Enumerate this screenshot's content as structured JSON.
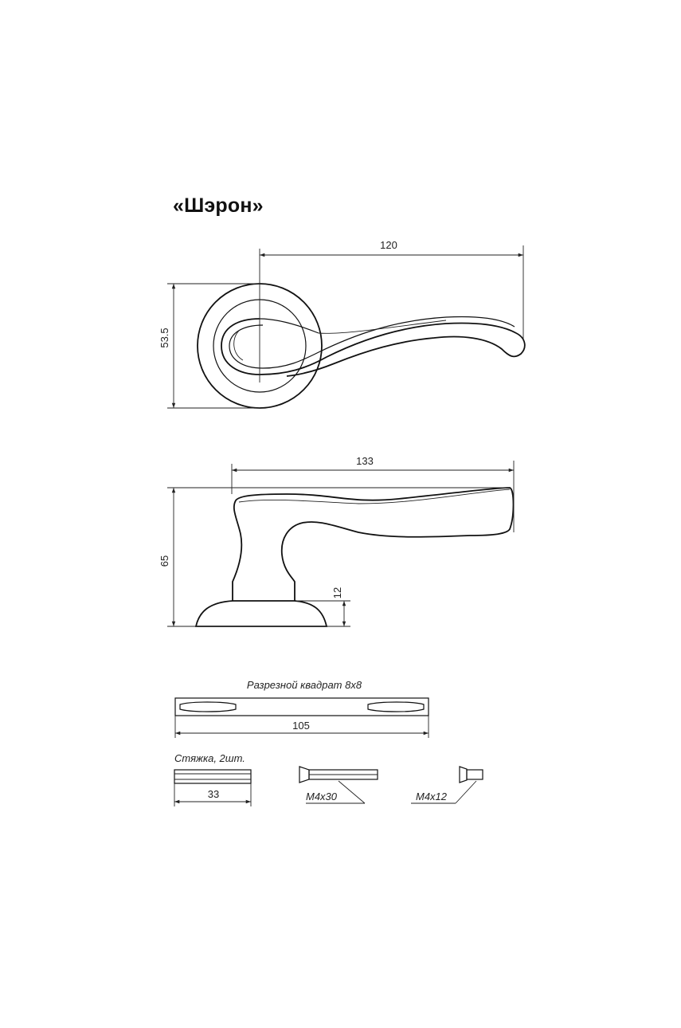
{
  "title": "«Шэрон»",
  "top_view": {
    "width_dim": "120",
    "height_dim": "53.5"
  },
  "side_view": {
    "length_dim": "133",
    "height_dim": "65",
    "rosette_dim": "12"
  },
  "spindle": {
    "label": "Разрезной квадрат 8x8",
    "length_dim": "105"
  },
  "fasteners": {
    "coupler_label": "Стяжка, 2шт.",
    "coupler_dim": "33",
    "screw_long_label": "M4x30",
    "screw_short_label": "M4x12"
  }
}
